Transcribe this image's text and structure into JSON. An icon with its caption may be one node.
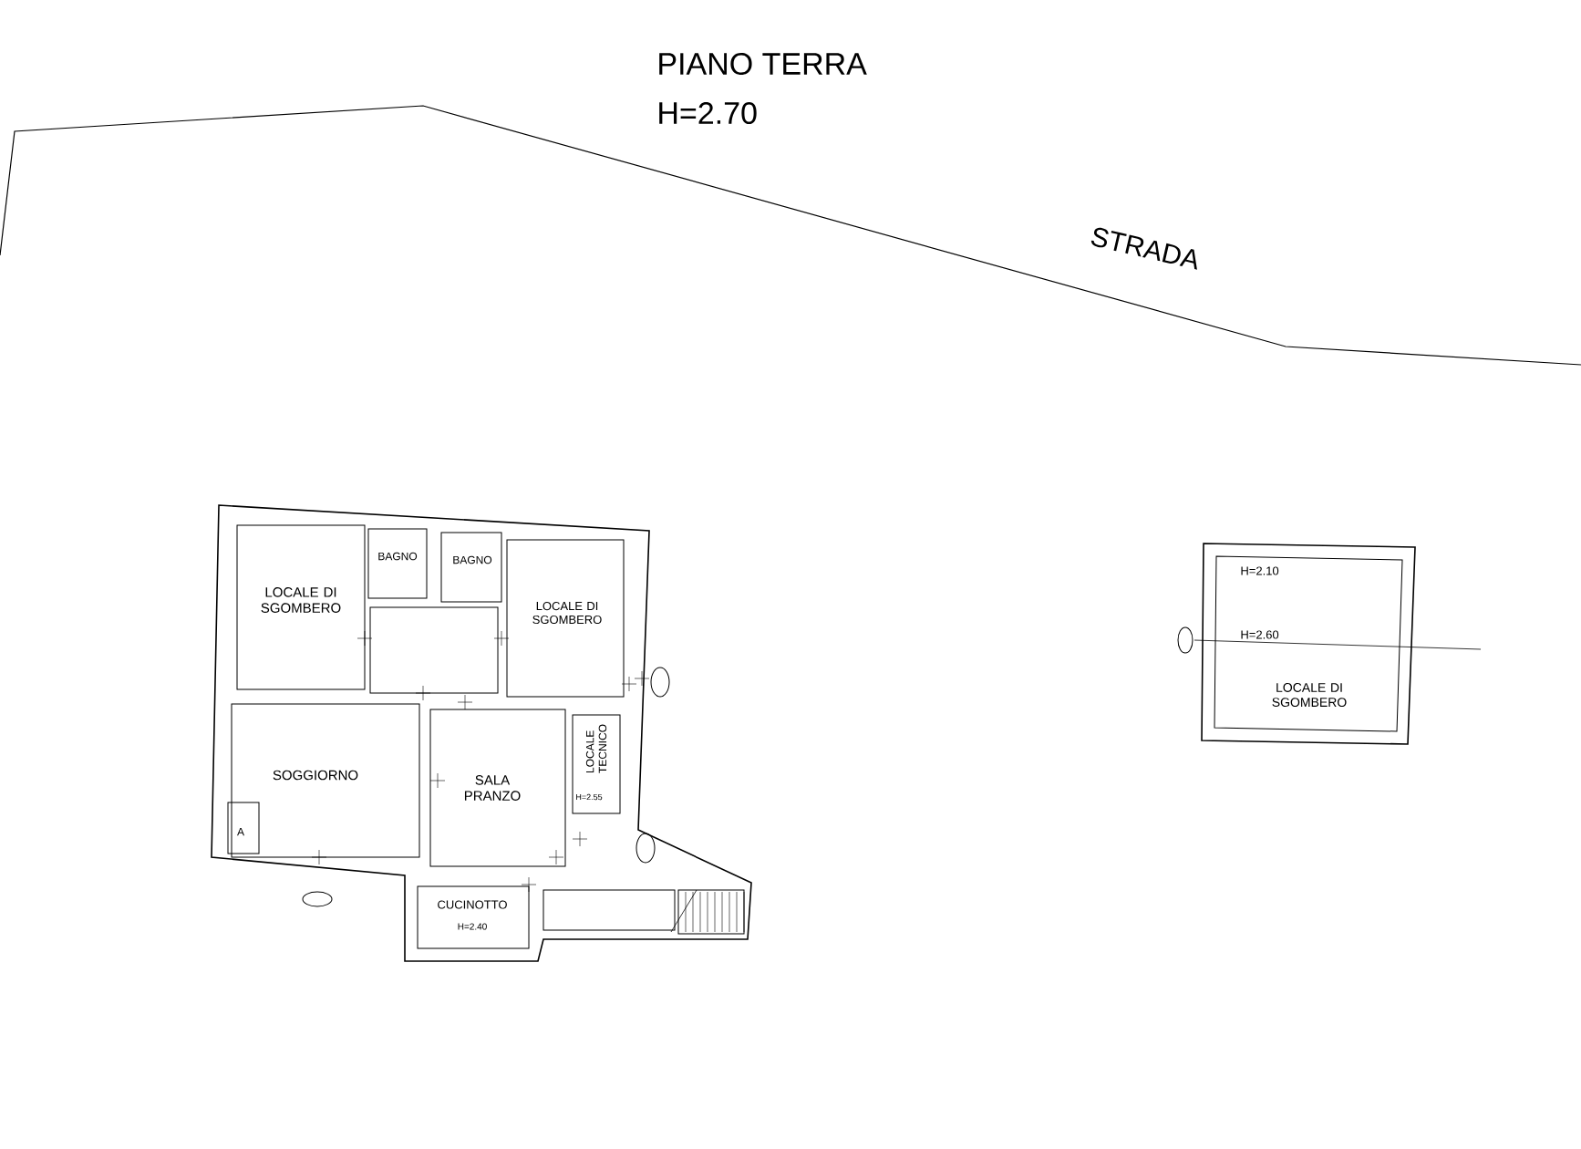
{
  "diagram": {
    "title": "PIANO TERRA",
    "labels": [
      "H=2.70",
      "STRADA",
      "LOCALE DI SGOMBERO",
      "BAGNO",
      "BAGNO",
      "LOCALE DI SGOMBERO",
      "H=2.10",
      "H=2.60",
      "LOCALE DI SGOMBERO",
      "SOGGIORNO",
      "SALA PRANZO",
      "LOCALE TECNICO",
      "H=2.55",
      "A",
      "CUCINOTTO",
      "H=2.40"
    ]
  }
}
